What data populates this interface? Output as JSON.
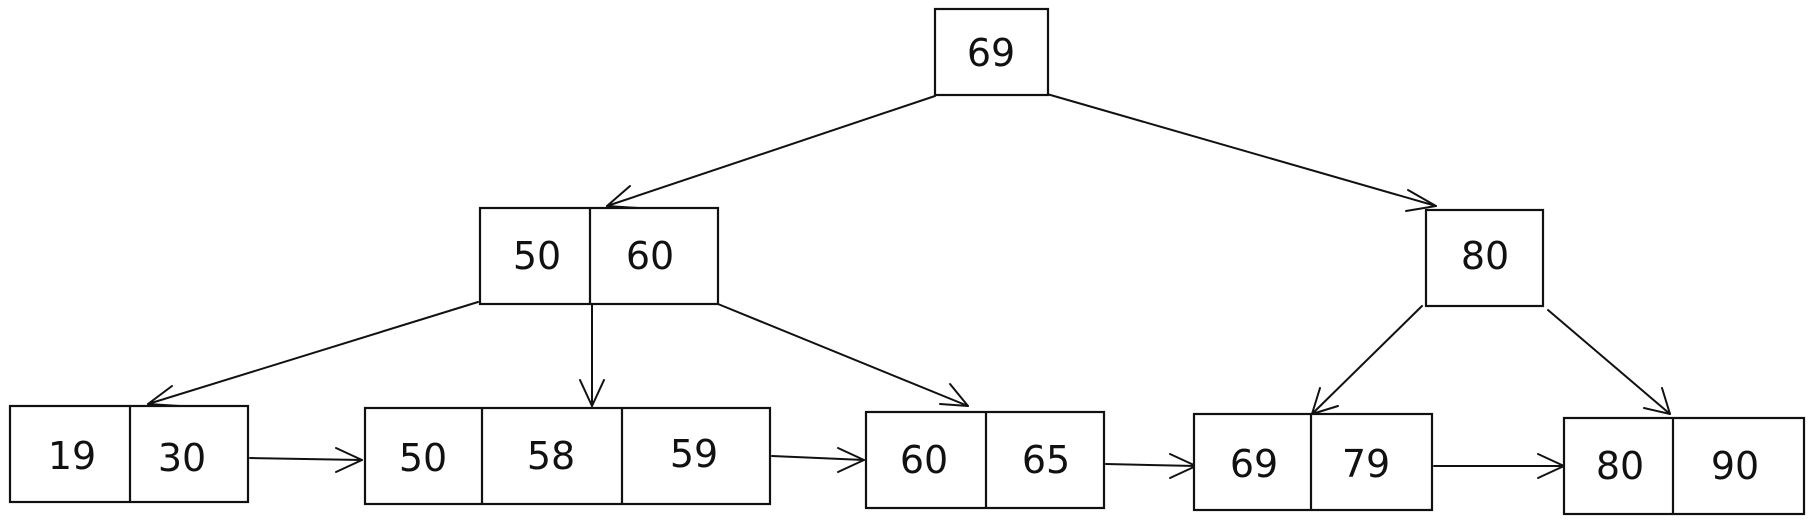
{
  "root": {
    "keys": [
      "69"
    ]
  },
  "internal": [
    {
      "keys": [
        "50",
        "60"
      ]
    },
    {
      "keys": [
        "80"
      ]
    }
  ],
  "leaves": [
    {
      "keys": [
        "19",
        "30"
      ]
    },
    {
      "keys": [
        "50",
        "58",
        "59"
      ]
    },
    {
      "keys": [
        "60",
        "65"
      ]
    },
    {
      "keys": [
        "69",
        "79"
      ]
    },
    {
      "keys": [
        "80",
        "90"
      ]
    }
  ],
  "colors": {
    "stroke": "#111111",
    "background": "#ffffff"
  }
}
